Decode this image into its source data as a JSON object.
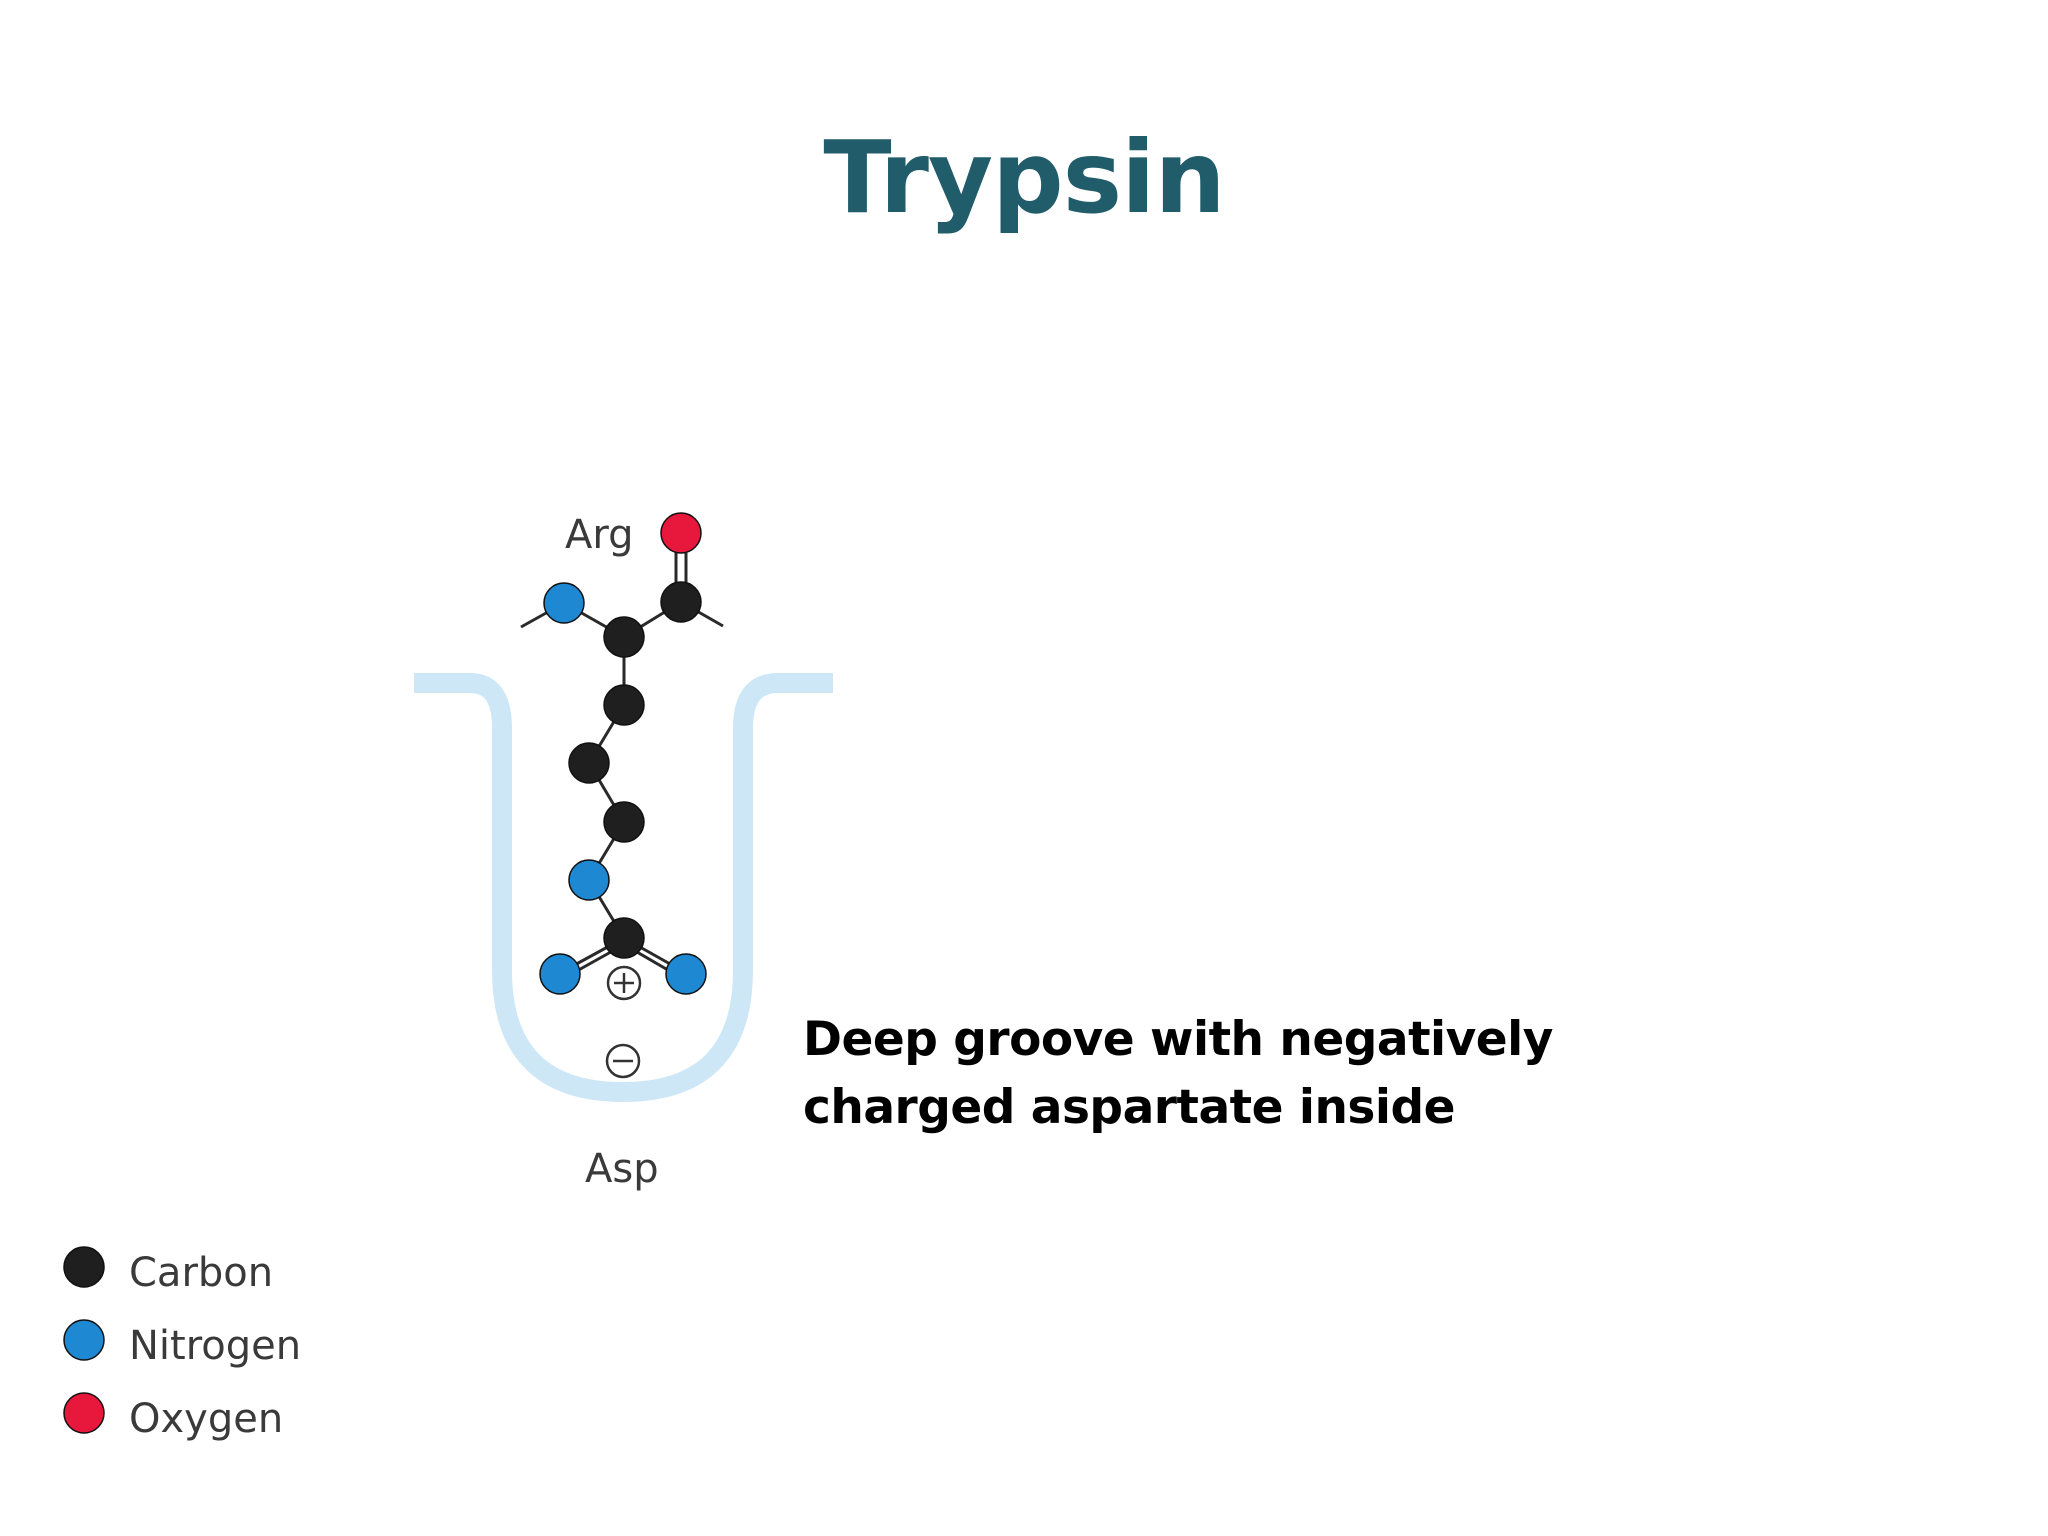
{
  "slide": {
    "title": "Trypsin",
    "caption_lines": [
      "Deep groove with negatively",
      "charged aspartate inside"
    ]
  },
  "diagram": {
    "residue_top": "Arg",
    "residue_bottom": "Asp",
    "positive_charge": "⊕",
    "negative_charge": "⊖"
  },
  "legend": [
    {
      "label": "Carbon",
      "color": "#1f1f1f"
    },
    {
      "label": "Nitrogen",
      "color": "#1e88d2"
    },
    {
      "label": "Oxygen",
      "color": "#e8173c"
    }
  ],
  "colors": {
    "title": "#215c6a",
    "groove": "#cde7f7",
    "carbon": "#1f1f1f",
    "nitrogen": "#1e88d2",
    "oxygen": "#e8173c",
    "bond": "#2a2a2a",
    "label": "#3a3a3a"
  }
}
